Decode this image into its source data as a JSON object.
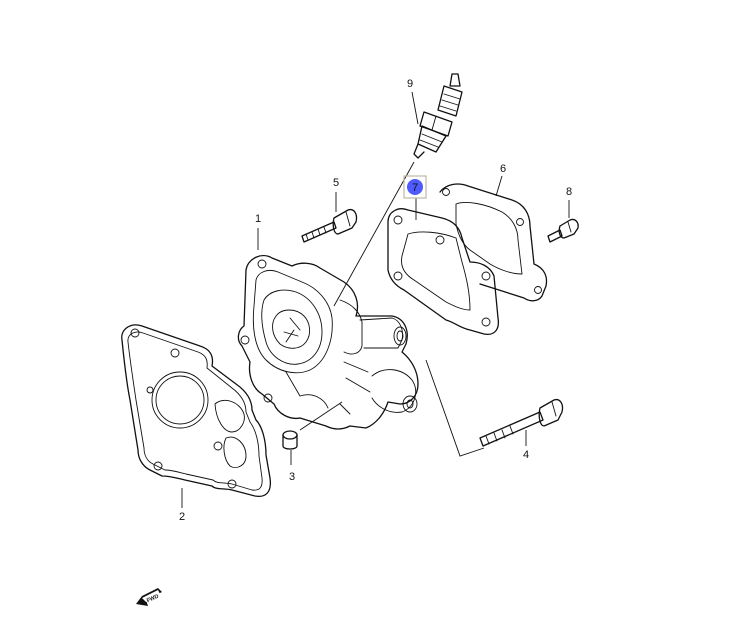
{
  "diagram": {
    "callouts": [
      {
        "id": "1",
        "label": "1"
      },
      {
        "id": "2",
        "label": "2"
      },
      {
        "id": "3",
        "label": "3"
      },
      {
        "id": "4",
        "label": "4"
      },
      {
        "id": "5",
        "label": "5"
      },
      {
        "id": "6",
        "label": "6"
      },
      {
        "id": "7",
        "label": "7",
        "highlighted": true
      },
      {
        "id": "8",
        "label": "8"
      },
      {
        "id": "9",
        "label": "9"
      }
    ],
    "fwd_label": "FWD"
  },
  "colors": {
    "line": "#111111",
    "highlight_fill": "#4f5bff",
    "highlight_box": "#bdb7a8"
  }
}
